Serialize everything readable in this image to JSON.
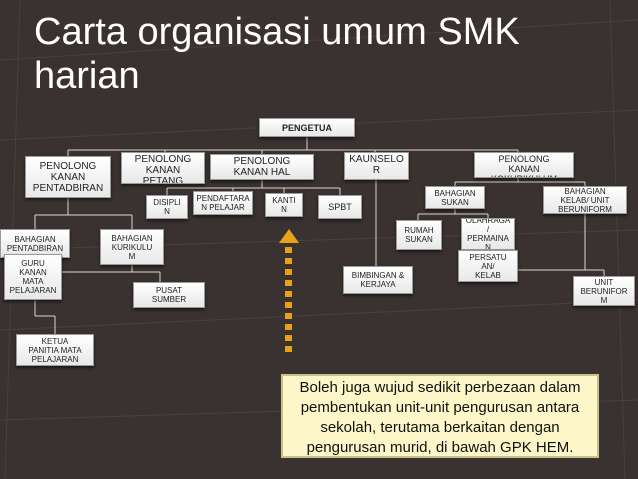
{
  "title": "Carta organisasi umum SMK\nharian",
  "boxes": {
    "pengetua": "PENGETUA",
    "pk_pentadbiran": "PENOLONG\nKANAN\nPENTADBIRAN",
    "pk_petang": "PENOLONG\nKANAN\nPETANG",
    "pk_hem": "PENOLONG\nKANAN HAL\nEHWAL MURID",
    "kaunselor": "KAUNSELO\nR",
    "pk_koku": "PENOLONG\nKANAN\nKOKURIKULUM",
    "disiplin": "DISIPLI\nN",
    "pendaftaran": "PENDAFTARA\nN PELAJAR",
    "kantin": "KANTI\nN",
    "spbt": "SPBT",
    "bahagian_sukan": "BAHAGIAN\nSUKAN",
    "bahagian_kelab": "BAHAGIAN\nKELAB/ UNIT\nBERUNIFORM",
    "bahagian_pentadbiran": "BAHAGIAN\nPENTADBIRAN",
    "bahagian_kurikulum": "BAHAGIAN\nKURIKULU\nM",
    "rumah_sukan": "RUMAH\nSUKAN",
    "olahraga": "OLAHRAGA\n/\nPERMAINA\nN",
    "guru_kanan": "GURU\nKANAN\nMATA\nPELAJARAN",
    "pusat_sumber": "PUSAT\nSUMBER",
    "bimbingan": "BIMBINGAN &\nKERJAYA",
    "persatuan": "PERSATU\nAN/\nKELAB",
    "unit_beruniform": "UNIT\nBERUNIFOR\nM",
    "ketua_panitia": "KETUA\nPANITIA MATA\nPELAJARAN"
  },
  "note": "Boleh juga wujud sedikit perbezaan dalam\npembentukan unit-unit pengurusan antara\nsekolah, terutama berkaitan dengan\npengurusan murid, di bawah GPK HEM.",
  "colors": {
    "background": "#3a3230",
    "note_fill": "#fdf6c9",
    "arrow": "#e8a21a"
  }
}
